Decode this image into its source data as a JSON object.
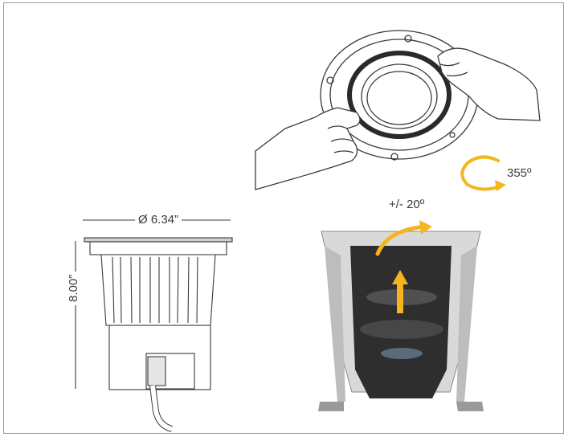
{
  "dimensions": {
    "width_label": "Ø 6.34”",
    "height_label": "8.00”"
  },
  "adjustments": {
    "rotation_label": "355º",
    "tilt_label": "+/- 20º"
  },
  "colors": {
    "arrow": "#f5b521",
    "line": "#3a3a3a",
    "housing_gray": "#cfcfcf",
    "interior_dark": "#2e2e2e"
  }
}
